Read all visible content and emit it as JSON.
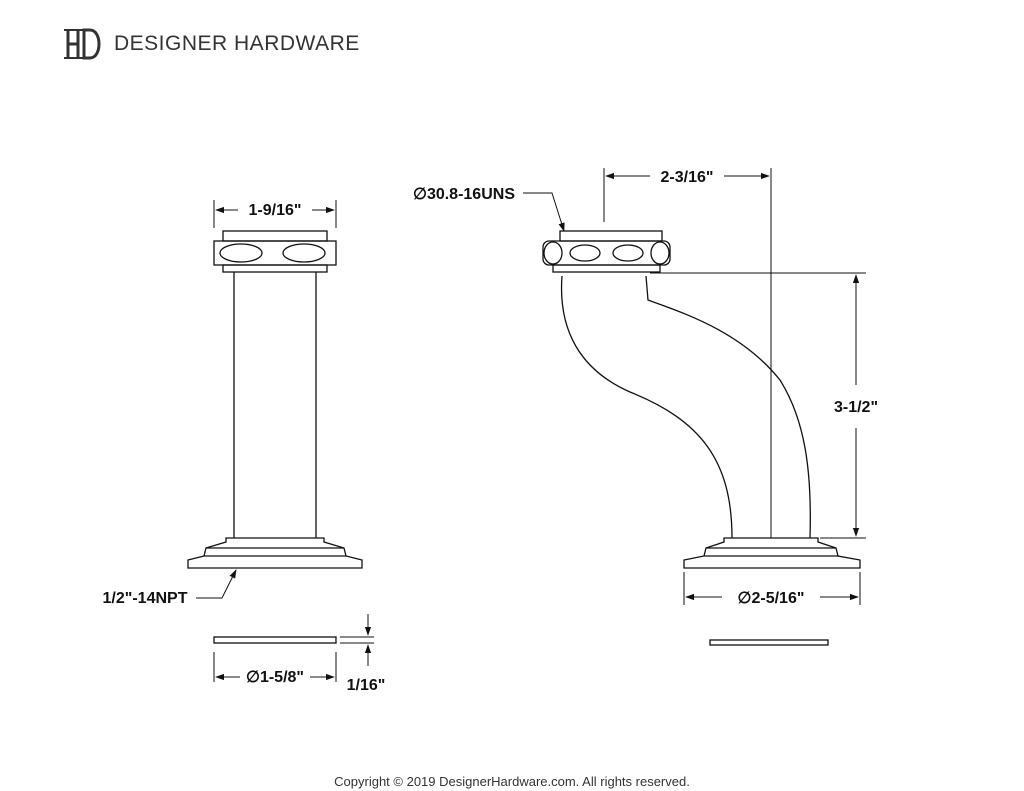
{
  "brand": {
    "name": "DESIGNER HARDWARE",
    "logo_icon": "dh-monogram-icon"
  },
  "labels": {
    "left_width": "1-9/16\"",
    "left_thread": "1/2\"-14NPT",
    "washer_diameter": "∅1-5/8\"",
    "washer_thickness": "1/16\"",
    "right_thread": "∅30.8-16UNS",
    "right_offset": "2-3/16\"",
    "right_height": "3-1/2\"",
    "right_base_diameter": "∅2-5/16\""
  },
  "footer": {
    "copyright": "Copyright © 2019 DesignerHardware.com. All rights reserved."
  },
  "colors": {
    "line": "#111111",
    "text": "#333333"
  }
}
